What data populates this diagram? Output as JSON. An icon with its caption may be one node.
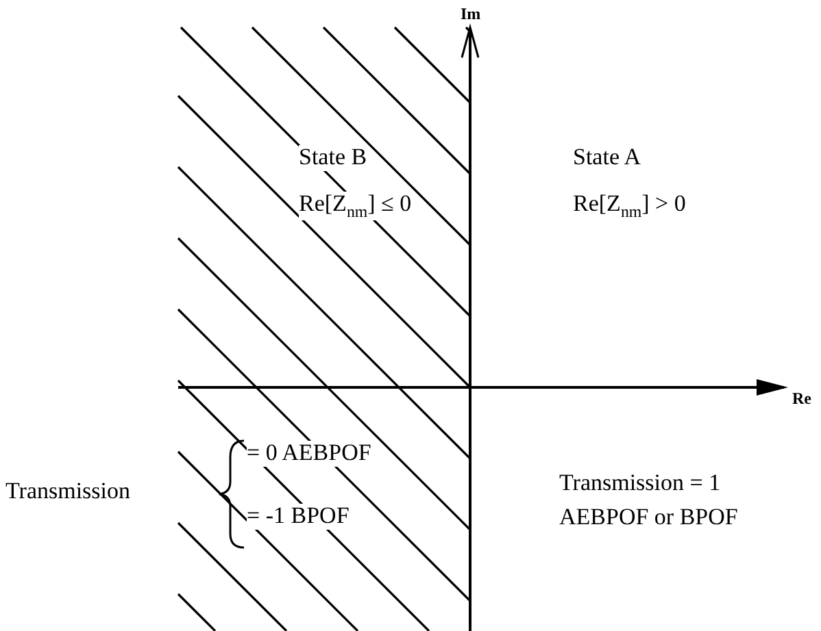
{
  "diagram": {
    "labels": [
      "Im",
      "State B",
      "Re[Z$_{nm}$] ≤ 0",
      "State A",
      "Re[Z$_{nm}$] > 0",
      "Re",
      "Transmission",
      "= 0 AEBPOF",
      "= -1 BPOF",
      "Transmission = 1",
      "AEBPOF or BPOF"
    ]
  }
}
